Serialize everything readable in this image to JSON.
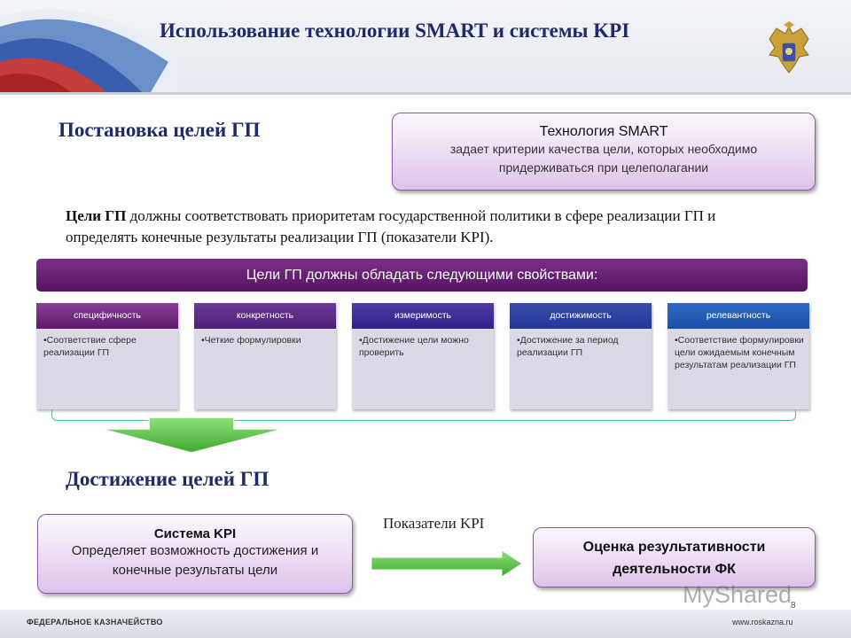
{
  "header": {
    "title": "Использование технологии SMART  и системы KPI"
  },
  "section_setting": {
    "heading": "Постановка целей ГП"
  },
  "smart_box": {
    "title": "Технология SMART",
    "line1": "задает критерии качества цели, которых необходимо",
    "line2": "придерживаться при целеполагании"
  },
  "goals_text": {
    "bold": "Цели ГП",
    "rest": " должны соответствовать приоритетам государственной политики в сфере реализации ГП и определять конечные результаты реализации ГП (показатели KPI)."
  },
  "banner": {
    "label": "Цели ГП должны обладать следующими свойствами:"
  },
  "properties": [
    {
      "title": "специфичность",
      "text": "•Соответствие сфере реализации ГП",
      "color": "#7a2f86"
    },
    {
      "title": "конкретность",
      "text": "•Четкие формулировки",
      "color": "#5a2a8a"
    },
    {
      "title": "измеримость",
      "text": "•Достижение цели можно проверить",
      "color": "#3d2a90"
    },
    {
      "title": "достижимость",
      "text": "•Достижение за период реализации ГП",
      "color": "#2a3a98"
    },
    {
      "title": "релевантность",
      "text": "•Соответствие формулировки цели ожидаемым конечным результатам реализации ГП",
      "color": "#1e55b0"
    }
  ],
  "section_achievement": {
    "heading": "Достижение целей ГП"
  },
  "kpi_box": {
    "title": "Система KPI",
    "line1": "Определяет возможность достижения и",
    "line2": "конечные результаты цели"
  },
  "kpi_arrow_label": "Показатели KPI",
  "eval_box": {
    "line1": "Оценка результативности",
    "line2": "деятельности ФК"
  },
  "footer": {
    "left": "ФЕДЕРАЛЬНОЕ КАЗНАЧЕЙСТВО",
    "right": "www.roskazna.ru",
    "page": "8"
  },
  "watermark": "MyShared",
  "colors": {
    "title": "#1d2b6b",
    "banner": "#561463",
    "box_border": "#8a5ba5",
    "arrow_green": "#5cc24a"
  }
}
